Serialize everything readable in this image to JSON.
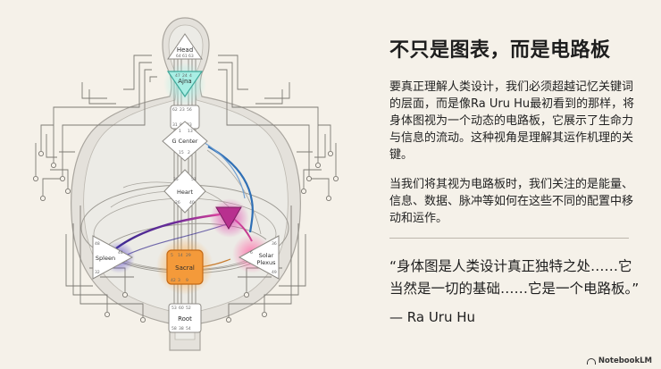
{
  "heading": "不只是图表，而是电路板",
  "paragraph1": "要真正理解人类设计，我们必须超越记忆关键词的层面，而是像Ra Uru Hu最初看到的那样，将身体图视为一个动态的电路板，它展示了生命力与信息的流动。这种视角是理解其运作机理的关键。",
  "paragraph2": "当我们将其视为电路板时，我们关注的是能量、信息、数据、脉冲等如何在这些不同的配置中移动和运作。",
  "quote": "“身体图是人类设计真正独特之处……它当然是一切的基础……它是一个电路板。”",
  "attribution": "— Ra Uru Hu",
  "badge": "NotebookLM",
  "centers": {
    "head": "Head",
    "ajna": "Ajna",
    "throat": "",
    "g_center": "G Center",
    "heart": "Heart",
    "spleen": "Spleen",
    "sacral": "Sacral",
    "solar_line1": "Solar",
    "solar_line2": "Plexus",
    "root": "Root"
  },
  "colors": {
    "background": "#f5f1e9",
    "ajna_glow": "#7fd6cc",
    "heart_glow": "#b02a86",
    "spleen_glow": "#3d2a8a",
    "sacral_glow": "#ef8a1a",
    "solar_glow": "#e0428a",
    "circuit_blue": "#2f6fb5"
  }
}
